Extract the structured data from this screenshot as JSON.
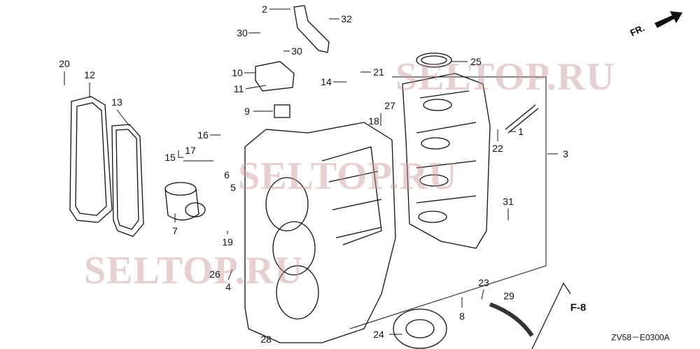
{
  "diagram": {
    "watermark": "SELTOP.RU",
    "direction_label": "FR.",
    "reference_label": "F-8",
    "drawing_code": "ZV58－E0300A",
    "part_numbers": {
      "p1": "1",
      "p2": "2",
      "p3": "3",
      "p4": "4",
      "p5": "5",
      "p6": "6",
      "p7": "7",
      "p8": "8",
      "p9": "9",
      "p10": "10",
      "p11": "11",
      "p12": "12",
      "p13": "13",
      "p14": "14",
      "p15": "15",
      "p16": "16",
      "p17": "17",
      "p18": "18",
      "p19": "19",
      "p20": "20",
      "p21": "21",
      "p22": "22",
      "p23": "23",
      "p24": "24",
      "p25": "25",
      "p26": "26",
      "p27": "27",
      "p28": "28",
      "p29": "29",
      "p30a": "30",
      "p30b": "30",
      "p31": "31",
      "p32": "32"
    }
  }
}
